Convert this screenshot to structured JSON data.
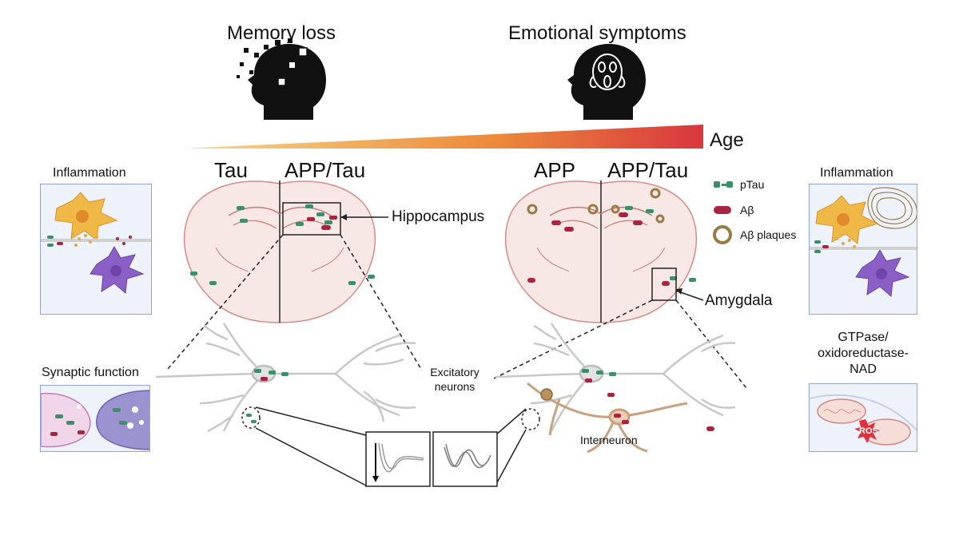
{
  "top": {
    "memory_loss": "Memory loss",
    "emotional_symptoms": "Emotional symptoms",
    "age": "Age"
  },
  "gradient": {
    "start_color": "#f6d98a",
    "end_color": "#d9363e"
  },
  "left_brain": {
    "label_left": "Tau",
    "label_right": "APP/Tau",
    "region": "Hippocampus"
  },
  "right_brain": {
    "label_left": "APP",
    "label_right": "APP/Tau",
    "region": "Amygdala"
  },
  "legend": [
    {
      "label": "pTau",
      "color": "#3e8e6a"
    },
    {
      "label": "Aβ",
      "color": "#a8243f"
    },
    {
      "label": "Aβ plaques",
      "color": "#9a7a45"
    }
  ],
  "panels": {
    "inflammation_left": "Inflammation",
    "inflammation_right": "Inflammation",
    "synaptic_function": "Synaptic function",
    "gtpase_line1": "GTPase/",
    "gtpase_line2": "oxidoreductase-",
    "gtpase_line3": "NAD",
    "ros": "ROS"
  },
  "neurons": {
    "excitatory_line1": "Excitatory",
    "excitatory_line2": "neurons",
    "interneuron": "Interneuron"
  }
}
